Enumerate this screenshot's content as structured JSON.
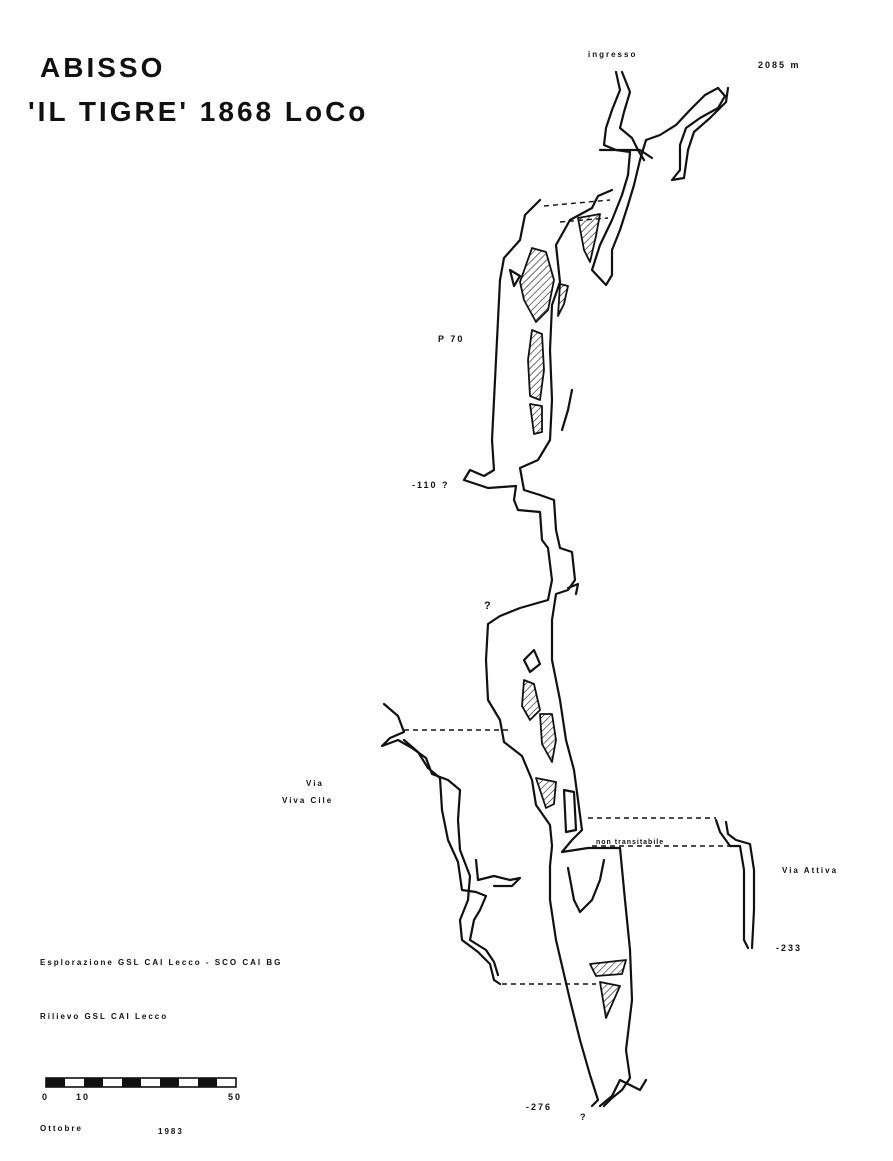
{
  "title": {
    "line1": "ABISSO",
    "line2": "'IL TIGRE' 1868 LoCo"
  },
  "labels": {
    "entrance": "ingresso",
    "altitude": "2085 m",
    "pitch": "P 70",
    "depth_110": "-110 ?",
    "question_mark": "?",
    "side_branch_1_line1": "Via",
    "side_branch_1_line2": "Viva Cile",
    "not_passable": "non transitabile",
    "side_branch_2": "Via  Attiva",
    "depth_233": "-233",
    "depth_276": "-276",
    "question_mark_bottom": "?"
  },
  "credits": {
    "exploration": "Esplorazione  GSL  CAI  Lecco - SCO  CAI  BG",
    "survey": "Rilievo  GSL  CAI  Lecco",
    "date_month": "Ottobre",
    "date_year": "1983"
  },
  "scale_bar": {
    "min_label": "0",
    "mid_label": "10",
    "max_label": "50",
    "max_value": 50
  }
}
